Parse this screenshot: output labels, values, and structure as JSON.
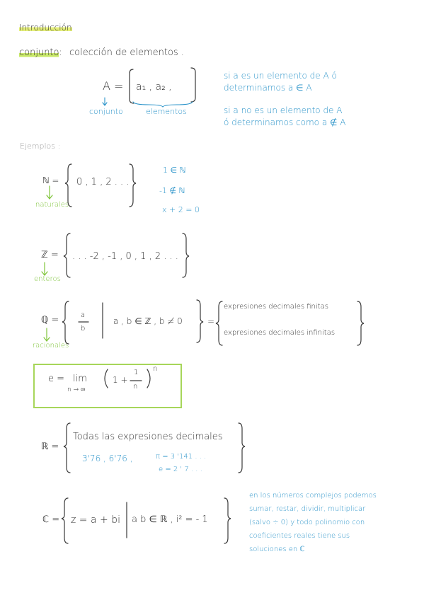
{
  "title": "Introducción",
  "def": {
    "term": "conjunto",
    "colon": ":",
    "text": "colección de elementos ."
  },
  "setA": {
    "lhs": "A =",
    "elements": "a₁ , a₂ ,",
    "label_set": "conjunto",
    "label_elements": "elementos"
  },
  "notes_A": [
    "si a es un elemento de A ó",
    "determinamos  a ∈ A",
    "si a no es un elemento de A",
    "ó determinamos como  a ∉ A"
  ],
  "examples_heading": "Ejemplos :",
  "naturals": {
    "symbol": "ℕ =",
    "content": "0 , 1 , 2 . . .",
    "label": "naturales",
    "side": [
      "1 ∈ ℕ",
      "-1 ∉ ℕ",
      "x + 2 = 0"
    ]
  },
  "integers": {
    "symbol": "ℤ =",
    "content": ". . . -2 , -1 , 0 , 1 , 2 . . .",
    "label": "enteros"
  },
  "rationals": {
    "symbol": "ℚ =",
    "num": "a",
    "den": "b",
    "cond": "a , b ∈ ℤ  ,  b ≠ 0",
    "equals": "=",
    "right": [
      "expresiones decimales finitas",
      "expresiones decimales infinitas"
    ],
    "label": "racionales"
  },
  "e_def": {
    "lhs": "e =",
    "lim": "lim",
    "sub": "n → ∞",
    "open": "1 +",
    "num": "1",
    "den": "n",
    "exp": "n"
  },
  "reals": {
    "symbol": "ℝ =",
    "line1": "Todas las expresiones decimales",
    "line2": "3'76 ,  6'76 ,",
    "pi": "π = 3 '141 . . .",
    "e": "e = 2 ' 7 . . ."
  },
  "complex": {
    "symbol": "ℂ =",
    "content": "z = a + bi",
    "cond": "a b ∈ ℝ  ,   i² = - 1",
    "note": [
      "en los números complejos podemos",
      "sumar, restar, dividir, multiplicar",
      "(salvo ÷ 0) y todo polinomio con",
      "coeficientes reales tiene sus",
      "soluciones en ℂ"
    ]
  },
  "colors": {
    "blue": "#2a93c9",
    "green": "#7fc43a",
    "box": "#a7d65a",
    "highlight": "#e6f07a"
  }
}
